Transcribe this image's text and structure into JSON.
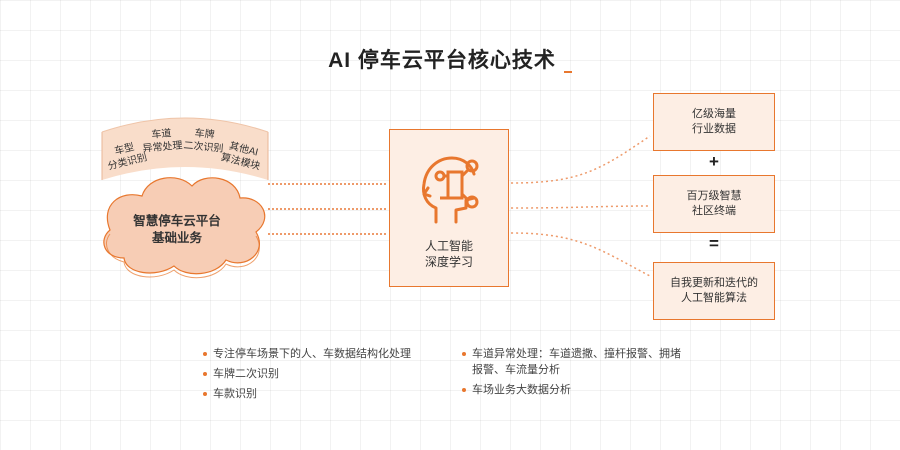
{
  "title": "AI 停车云平台核心技术",
  "left": {
    "modules": [
      "车型\n分类识别",
      "车道\n异常处理",
      "车牌\n二次识别",
      "其他AI\n算法模块"
    ],
    "cloud_label": "智慧停车云平台\n基础业务"
  },
  "center": {
    "icon": "ai-brain-circuit-icon",
    "label": "人工智能\n深度学习"
  },
  "right": {
    "box1": "亿级海量\n行业数据",
    "op1": "+",
    "box2": "百万级智慧\n社区终端",
    "op2": "=",
    "box3": "自我更新和迭代的\n人工智能算法"
  },
  "bullets_left": [
    "专注停车场景下的人、车数据结构化处理",
    "车牌二次识别",
    "车款识别"
  ],
  "bullets_right": [
    "车道异常处理：车道遗撒、撞杆报警、拥堵\n报警、车流量分析",
    "车场业务大数据分析"
  ],
  "colors": {
    "accent": "#e8772e",
    "fill": "#fdeee4",
    "cloud": "#f7cdb5"
  }
}
